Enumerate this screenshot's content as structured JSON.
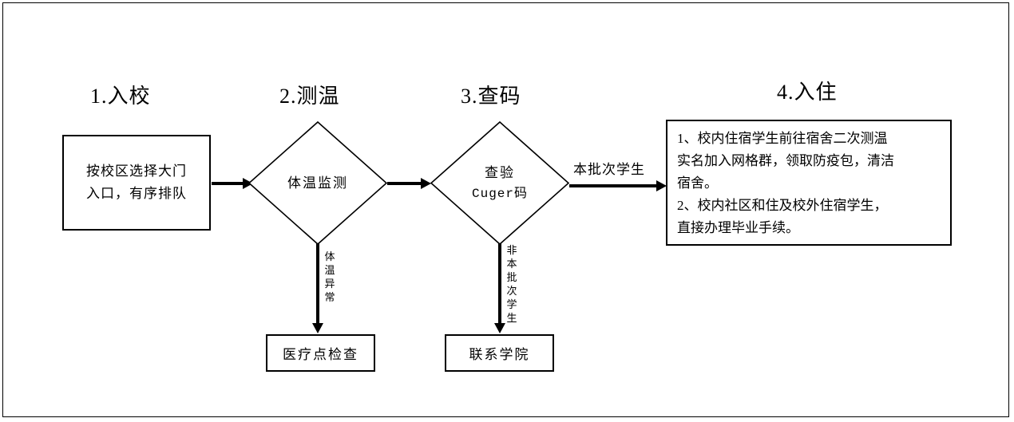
{
  "diagram": {
    "type": "flowchart",
    "orientation": "left-to-right",
    "stages": [
      {
        "id": "stage-1",
        "title": "1.入校"
      },
      {
        "id": "stage-2",
        "title": "2.测温"
      },
      {
        "id": "stage-3",
        "title": "3.查码"
      },
      {
        "id": "stage-4",
        "title": "4.入住"
      }
    ],
    "nodes": {
      "entry_box": {
        "shape": "rectangle",
        "lines": [
          "按校区选择大门",
          "入口，有序排队"
        ]
      },
      "temp_check": {
        "shape": "diamond",
        "lines": [
          "体温监测"
        ]
      },
      "code_check": {
        "shape": "diamond",
        "lines": [
          "查验",
          "Cuger码"
        ]
      },
      "checkin_note": {
        "shape": "rectangle",
        "lines": [
          "1、校内住宿学生前往宿舍二次测温",
          "实名加入网格群，领取防疫包，清洁",
          "宿舍。",
          "2、校内社区和住及校外住宿学生，",
          "直接办理毕业手续。"
        ]
      },
      "medical_check": {
        "shape": "rectangle",
        "lines": [
          "医疗点检查"
        ]
      },
      "contact_college": {
        "shape": "rectangle",
        "lines": [
          "联系学院"
        ]
      }
    },
    "edges": [
      {
        "id": "edge-entry-temp",
        "from": "entry_box",
        "to": "temp_check",
        "label": "",
        "direction": "right"
      },
      {
        "id": "edge-temp-code",
        "from": "temp_check",
        "to": "code_check",
        "label": "",
        "direction": "right"
      },
      {
        "id": "edge-code-checkin",
        "from": "code_check",
        "to": "checkin_note",
        "label": "本批次学生",
        "direction": "right"
      },
      {
        "id": "edge-temp-medical",
        "from": "temp_check",
        "to": "medical_check",
        "label": "体温异常",
        "direction": "down"
      },
      {
        "id": "edge-code-contact",
        "from": "code_check",
        "to": "contact_college",
        "label": "非本批次学生",
        "direction": "down"
      }
    ],
    "colors": {
      "stroke": "#000000",
      "background": "#ffffff",
      "text": "#000000"
    }
  }
}
